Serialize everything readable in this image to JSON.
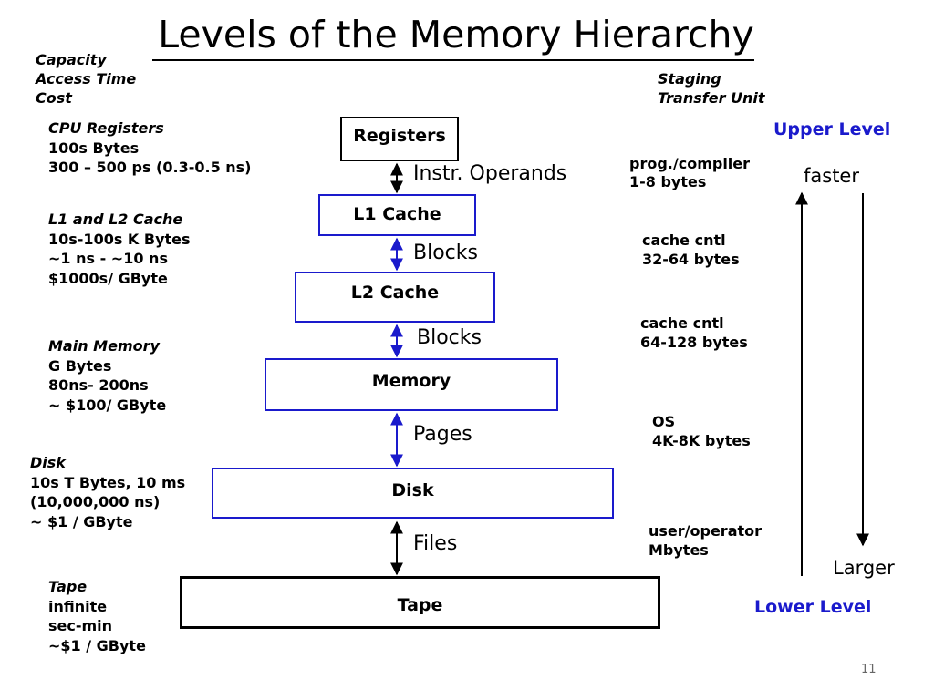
{
  "title": "Levels of the Memory Hierarchy",
  "left_header": [
    "Capacity",
    "Access Time",
    "Cost"
  ],
  "right_header": [
    "Staging",
    "Transfer Unit"
  ],
  "levels": [
    {
      "box": "Registers",
      "info": [
        "CPU Registers",
        "100s Bytes",
        "300 – 500 ps (0.3-0.5 ns)"
      ]
    },
    {
      "box": "L1 Cache",
      "info": [
        "L1 and L2 Cache",
        "10s-100s K Bytes",
        "~1 ns - ~10 ns",
        "$1000s/ GByte"
      ]
    },
    {
      "box": "L2 Cache",
      "info": []
    },
    {
      "box": "Memory",
      "info": [
        "Main Memory",
        "G Bytes",
        "80ns- 200ns",
        "~ $100/ GByte"
      ]
    },
    {
      "box": "Disk",
      "info": [
        "Disk",
        "10s T Bytes, 10 ms",
        "(10,000,000 ns)",
        "~ $1 / GByte"
      ]
    },
    {
      "box": "Tape",
      "info": [
        "Tape",
        "infinite",
        "sec-min",
        "~$1 / GByte"
      ]
    }
  ],
  "transfers": [
    {
      "unit": "Instr. Operands",
      "staging": [
        "prog./compiler",
        "1-8 bytes"
      ]
    },
    {
      "unit": "Blocks",
      "staging": [
        "cache cntl",
        "32-64 bytes"
      ]
    },
    {
      "unit": "Blocks",
      "staging": [
        "cache cntl",
        "64-128 bytes"
      ]
    },
    {
      "unit": "Pages",
      "staging": [
        "OS",
        "4K-8K bytes"
      ]
    },
    {
      "unit": "Files",
      "staging": [
        "user/operator",
        "Mbytes"
      ]
    }
  ],
  "upper_level": "Upper Level",
  "lower_level": "Lower Level",
  "faster": "faster",
  "larger": "Larger",
  "page_number": "11",
  "colors": {
    "accent": "#1a1acc",
    "text": "#000000"
  }
}
